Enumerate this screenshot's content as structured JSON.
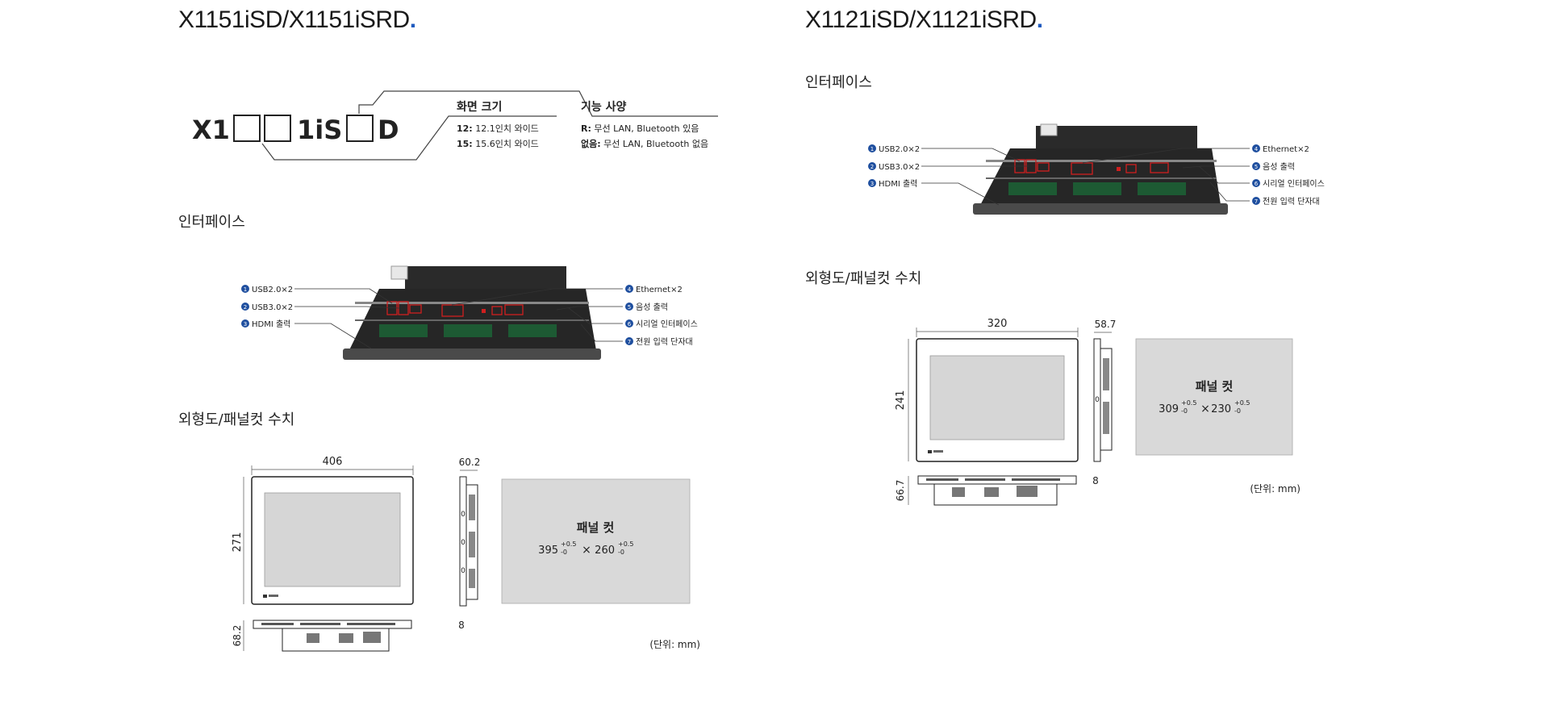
{
  "left": {
    "title": "X1151iSD/X1151iSRD",
    "title_dot": ".",
    "model_code": {
      "prefix": "X1",
      "mid": "1iS",
      "suffix": "D",
      "screen_size_heading": "화면 크기",
      "screen_size_options": [
        {
          "key": "12:",
          "text": " 12.1인치 와이드"
        },
        {
          "key": "15:",
          "text": " 15.6인치 와이드"
        }
      ],
      "feature_heading": "기능 사양",
      "feature_options": [
        {
          "key": "R:",
          "text": " 무선 LAN, Bluetooth 있음"
        },
        {
          "key": "없음:",
          "text": " 무선 LAN, Bluetooth 없음"
        }
      ]
    },
    "interface_heading": "인터페이스",
    "interface_labels_left": [
      {
        "num": "1",
        "text": "USB2.0×2"
      },
      {
        "num": "2",
        "text": "USB3.0×2"
      },
      {
        "num": "3",
        "text": "HDMI 출력"
      }
    ],
    "interface_labels_right": [
      {
        "num": "4",
        "text": "Ethernet×2"
      },
      {
        "num": "5",
        "text": "음성 출력"
      },
      {
        "num": "6",
        "text": "시리얼 인터페이스"
      },
      {
        "num": "7",
        "text": "전원 입력 단자대"
      }
    ],
    "dimension_heading": "외형도/패널컷 수치",
    "dims": {
      "width": "406",
      "height": "271",
      "depth": "60.2",
      "bottom_depth": "68.2",
      "side_offset": "8"
    },
    "panel_cut": {
      "label": "패널 컷",
      "w": "395",
      "h": "260",
      "tol_plus": "+0.5",
      "tol_minus": "-0",
      "times": "×"
    },
    "unit_note": "(단위: mm)"
  },
  "right": {
    "title": "X1121iSD/X1121iSRD",
    "title_dot": ".",
    "interface_heading": "인터페이스",
    "interface_labels_left": [
      {
        "num": "1",
        "text": "USB2.0×2"
      },
      {
        "num": "2",
        "text": "USB3.0×2"
      },
      {
        "num": "3",
        "text": "HDMI 출력"
      }
    ],
    "interface_labels_right": [
      {
        "num": "4",
        "text": "Ethernet×2"
      },
      {
        "num": "5",
        "text": "음성 출력"
      },
      {
        "num": "6",
        "text": "시리얼 인터페이스"
      },
      {
        "num": "7",
        "text": "전원 입력 단자대"
      }
    ],
    "dimension_heading": "외형도/패널컷 수치",
    "dims": {
      "width": "320",
      "height": "241",
      "depth": "58.7",
      "bottom_depth": "66.7",
      "side_offset": "8"
    },
    "panel_cut": {
      "label": "패널 컷",
      "w": "309",
      "h": "230",
      "tol_plus": "+0.5",
      "tol_minus": "-0",
      "times": "×"
    },
    "unit_note": "(단위: mm)"
  },
  "colors": {
    "accent_dot": "#1f5bbf",
    "label_num_bg": "#1f4f9f",
    "highlight_box": "#d01f1f",
    "panel_cut_fill": "#d9d9d9"
  }
}
